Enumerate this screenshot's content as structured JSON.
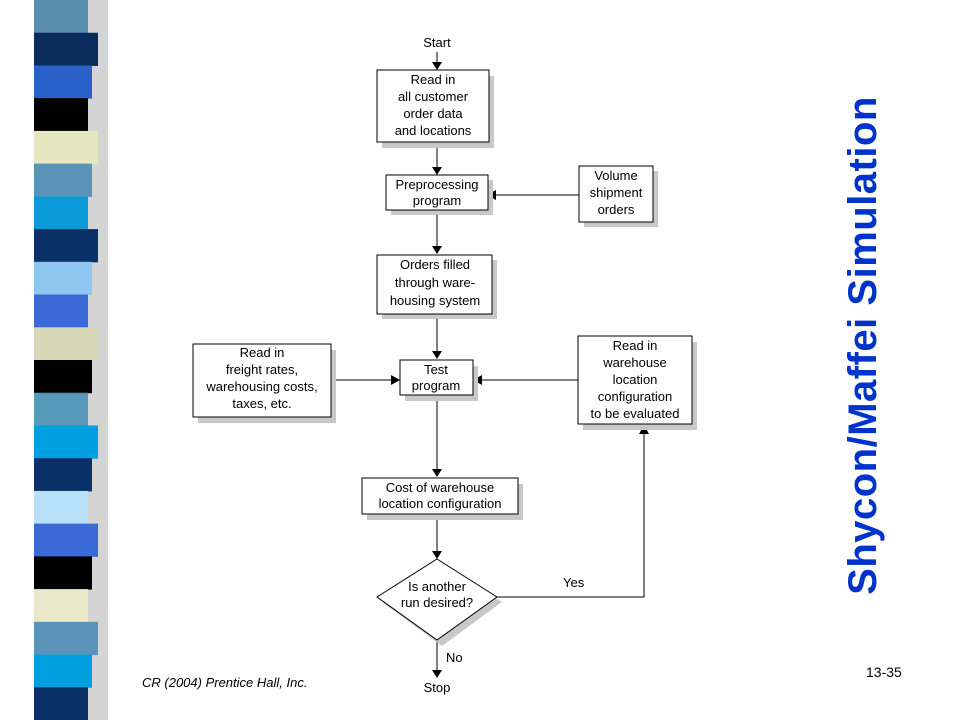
{
  "slide": {
    "title": "Shycon/Maffei Simulation",
    "page_number": "13-35",
    "copyright": "CR (2004) Prentice Hall, Inc."
  },
  "colors": {
    "title": "#0033cc",
    "stripe": [
      "#5a8fb0",
      "#0a2c5c",
      "#2a60c8",
      "#000000",
      "#e6e6c0",
      "#5a94b8",
      "#0a9ad8",
      "#0a3068",
      "#8ec8f0",
      "#3a6ad8",
      "#d8d8b8",
      "#000000",
      "#5898b8",
      "#00a0e0",
      "#0a3068",
      "#b8e0f8",
      "#3a6ad8",
      "#000000",
      "#e8e8c8",
      "#5a94b8",
      "#00a0e0",
      "#0a3068"
    ]
  },
  "flowchart": {
    "start": "Start",
    "stop": "Stop",
    "read_data": [
      "Read in",
      "all customer",
      "order data",
      "and locations"
    ],
    "preprocessing": [
      "Preprocessing",
      "program"
    ],
    "volume_orders": [
      "Volume",
      "shipment",
      "orders"
    ],
    "orders_filled": [
      "Orders filled",
      "through ware-",
      "housing system"
    ],
    "freight_rates": [
      "Read in",
      "freight rates,",
      "warehousing costs,",
      "taxes, etc."
    ],
    "test_program": [
      "Test",
      "program"
    ],
    "warehouse_config": [
      "Read in",
      "warehouse",
      "location",
      "configuration",
      "to be evaluated"
    ],
    "cost_config": [
      "Cost of warehouse",
      "location configuration"
    ],
    "decision": [
      "Is another",
      "run desired?"
    ],
    "yes_label": "Yes",
    "no_label": "No"
  }
}
